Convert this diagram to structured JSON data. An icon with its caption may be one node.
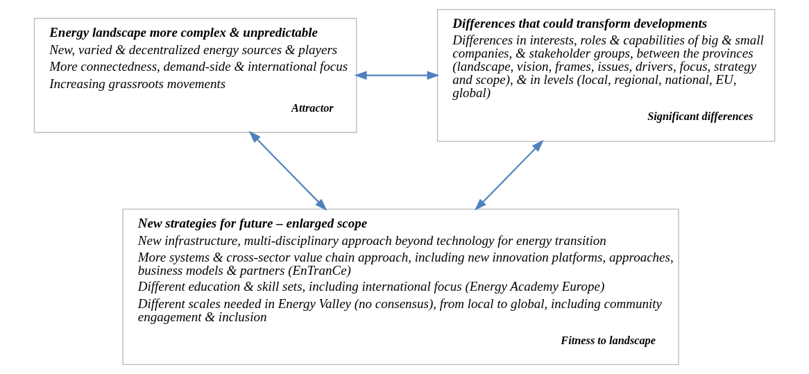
{
  "diagram": {
    "nodes": [
      {
        "text": [
          "Energy landscape more complex & unpredictable",
          "New, varied & decentralized energy sources & players",
          "More connectedness, demand-side & international focus",
          "Increasing grassroots movements",
          "Attractor"
        ]
      },
      {
        "text": [
          "Differences that could transform developments",
          "Differences in interests, roles & capabilities of big & small companies, & stakeholder groups, between the provinces (landscape, vision, frames, issues, drivers, focus, strategy and scope), & in levels (local, regional, national, EU, global)",
          "Significant differences"
        ]
      },
      {
        "text": [
          "New strategies for future – enlarged scope",
          "New infrastructure, multi-disciplinary approach beyond technology for energy transition",
          "More systems & cross-sector value chain approach, including new innovation platforms, approaches, business models & partners (EnTranCe)",
          "Different education & skill sets, including international focus (Energy Academy Europe)",
          "Different scales needed in Energy Valley (no consensus), from local to global, including community engagement & inclusion",
          "Fitness to landscape"
        ]
      }
    ],
    "edges": [
      {
        "from": 0,
        "to": 1,
        "arrow": "both"
      },
      {
        "from": 0,
        "to": 2,
        "arrow": "both"
      },
      {
        "from": 1,
        "to": 2,
        "arrow": "both"
      }
    ]
  }
}
